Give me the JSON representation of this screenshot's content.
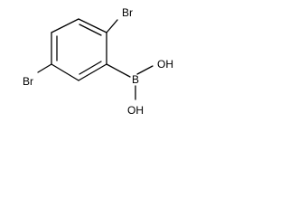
{
  "molecule": {
    "atoms": {
      "br_top": "Br",
      "br_left": "Br",
      "boron": "B",
      "oh_upper": "OH",
      "oh_lower": "OH"
    }
  }
}
